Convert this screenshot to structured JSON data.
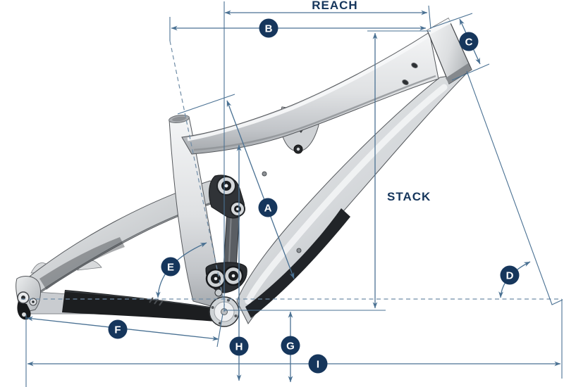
{
  "labels": {
    "reach": "REACH",
    "stack": "STACK"
  },
  "badges": [
    {
      "letter": "A"
    },
    {
      "letter": "B"
    },
    {
      "letter": "C"
    },
    {
      "letter": "D"
    },
    {
      "letter": "E"
    },
    {
      "letter": "F"
    },
    {
      "letter": "G"
    },
    {
      "letter": "H"
    },
    {
      "letter": "I"
    }
  ],
  "colors": {
    "annotation_navy": "#16365C",
    "dimension_line": "#4A7193",
    "dashed_reference": "#6F8CA6",
    "frame_silver": "#D8DADD",
    "frame_dark": "#1C1E20",
    "background": "#FFFFFF"
  }
}
